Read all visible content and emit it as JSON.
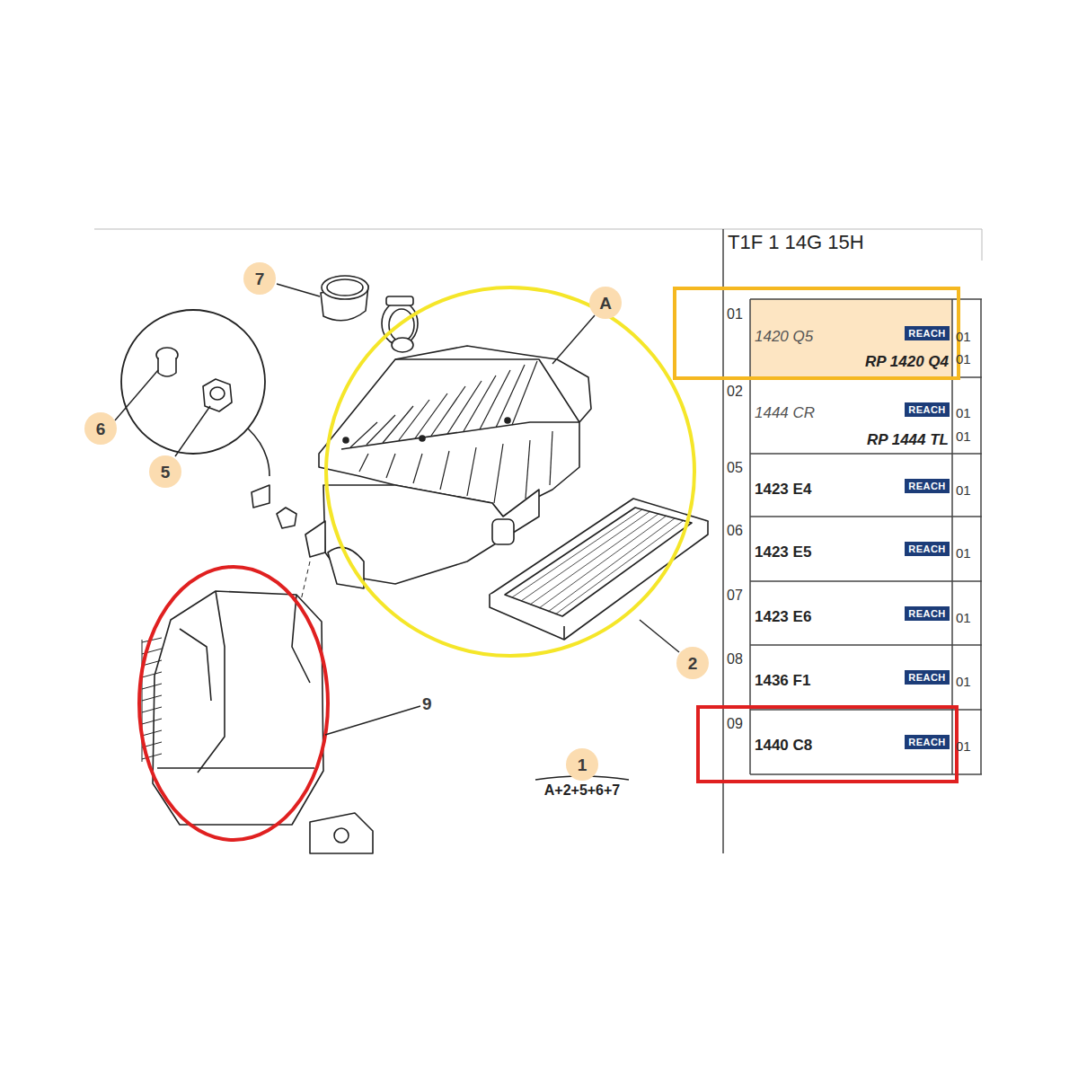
{
  "diagram": {
    "nodes": [
      {
        "text": [
          "7"
        ]
      },
      {
        "text": [
          "A"
        ]
      },
      {
        "text": [
          "6"
        ]
      },
      {
        "text": [
          "5"
        ]
      },
      {
        "text": [
          "2"
        ]
      },
      {
        "text": [
          "1"
        ]
      }
    ],
    "labels": [
      "9",
      "A+2+5+6+7",
      "T1F 1 14G 15H",
      "01",
      "1420 Q5",
      "REACH",
      "01",
      "RP 1420 Q4",
      "01",
      "02",
      "1444 CR",
      "REACH",
      "01",
      "RP 1444 TL",
      "01",
      "05",
      "1423 E4",
      "REACH",
      "01",
      "06",
      "1423 E5",
      "REACH",
      "01",
      "07",
      "1423 E6",
      "REACH",
      "01",
      "08",
      "1436 F1",
      "REACH",
      "01",
      "09",
      "1440 C8",
      "REACH",
      "01"
    ]
  }
}
